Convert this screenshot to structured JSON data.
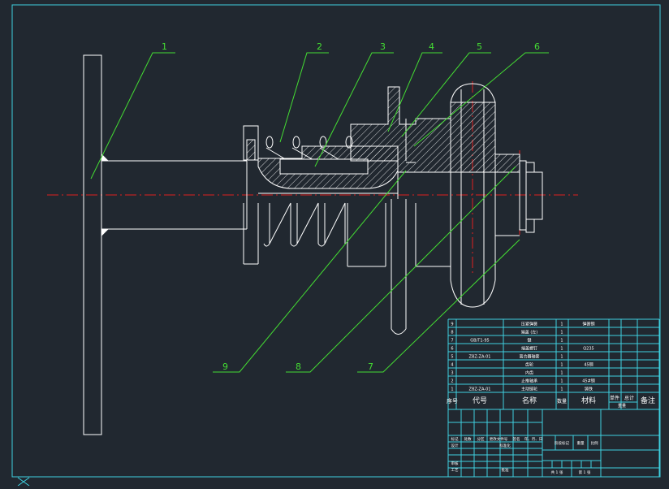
{
  "colors": {
    "background": "#212830",
    "frame": "#3fd0e0",
    "part": "#ffffff",
    "leader": "#44dd33",
    "centerline": "#e02020",
    "balloon_text": "#44dd33",
    "table_text": "#ffffff"
  },
  "balloons": [
    "1",
    "2",
    "3",
    "4",
    "5",
    "6",
    "7",
    "8",
    "9"
  ],
  "bom": {
    "headers": {
      "index": "序号",
      "code": "代号",
      "name": "名称",
      "qty": "数量",
      "material": "材料",
      "unit_weight": "单件",
      "total_weight": "总计",
      "weight": "重量",
      "remark": "备注"
    },
    "rows": [
      {
        "index": "9",
        "code": "",
        "name": "压紧弹簧",
        "qty": "1",
        "material": "弹簧钢"
      },
      {
        "index": "8",
        "code": "",
        "name": "端盖 (左)",
        "qty": "1",
        "material": ""
      },
      {
        "index": "7",
        "code": "GB/T1-95",
        "name": "键",
        "qty": "1",
        "material": ""
      },
      {
        "index": "6",
        "code": "",
        "name": "端盖螺钉",
        "qty": "1",
        "material": "Q235"
      },
      {
        "index": "5",
        "code": "ZBZ-ZA-01",
        "name": "离合器轴套",
        "qty": "1",
        "material": ""
      },
      {
        "index": "4",
        "code": "",
        "name": "齿轮",
        "qty": "1",
        "material": "45钢"
      },
      {
        "index": "3",
        "code": "",
        "name": "内齿",
        "qty": "1",
        "material": ""
      },
      {
        "index": "2",
        "code": "",
        "name": "止推轴承",
        "qty": "1",
        "material": "45#钢"
      },
      {
        "index": "1",
        "code": "ZBZ-ZA-01",
        "name": "主动链轮",
        "qty": "1",
        "material": "铸铁"
      }
    ]
  },
  "title_block": {
    "labels": {
      "mark": "标记",
      "count": "处数",
      "zone": "分区",
      "change_doc": "更改文件号",
      "sign": "签名",
      "date": "年、月、日",
      "design": "设计",
      "standard": "标准化",
      "review": "审核",
      "process": "工艺",
      "approve": "批准",
      "stage_mark": "阶段标记",
      "weight": "重量",
      "scale": "比例",
      "sheet_total": "共 1 张",
      "sheet_no": "第 1 张"
    }
  }
}
